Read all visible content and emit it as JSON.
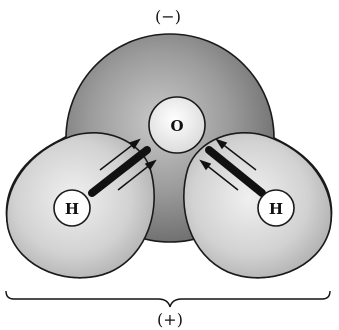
{
  "diagram": {
    "negative_charge_label": "(−)",
    "positive_charge_label": "(+)",
    "oxygen_atom_label": "O",
    "hydrogen_left_label": "H",
    "hydrogen_right_label": "H"
  }
}
